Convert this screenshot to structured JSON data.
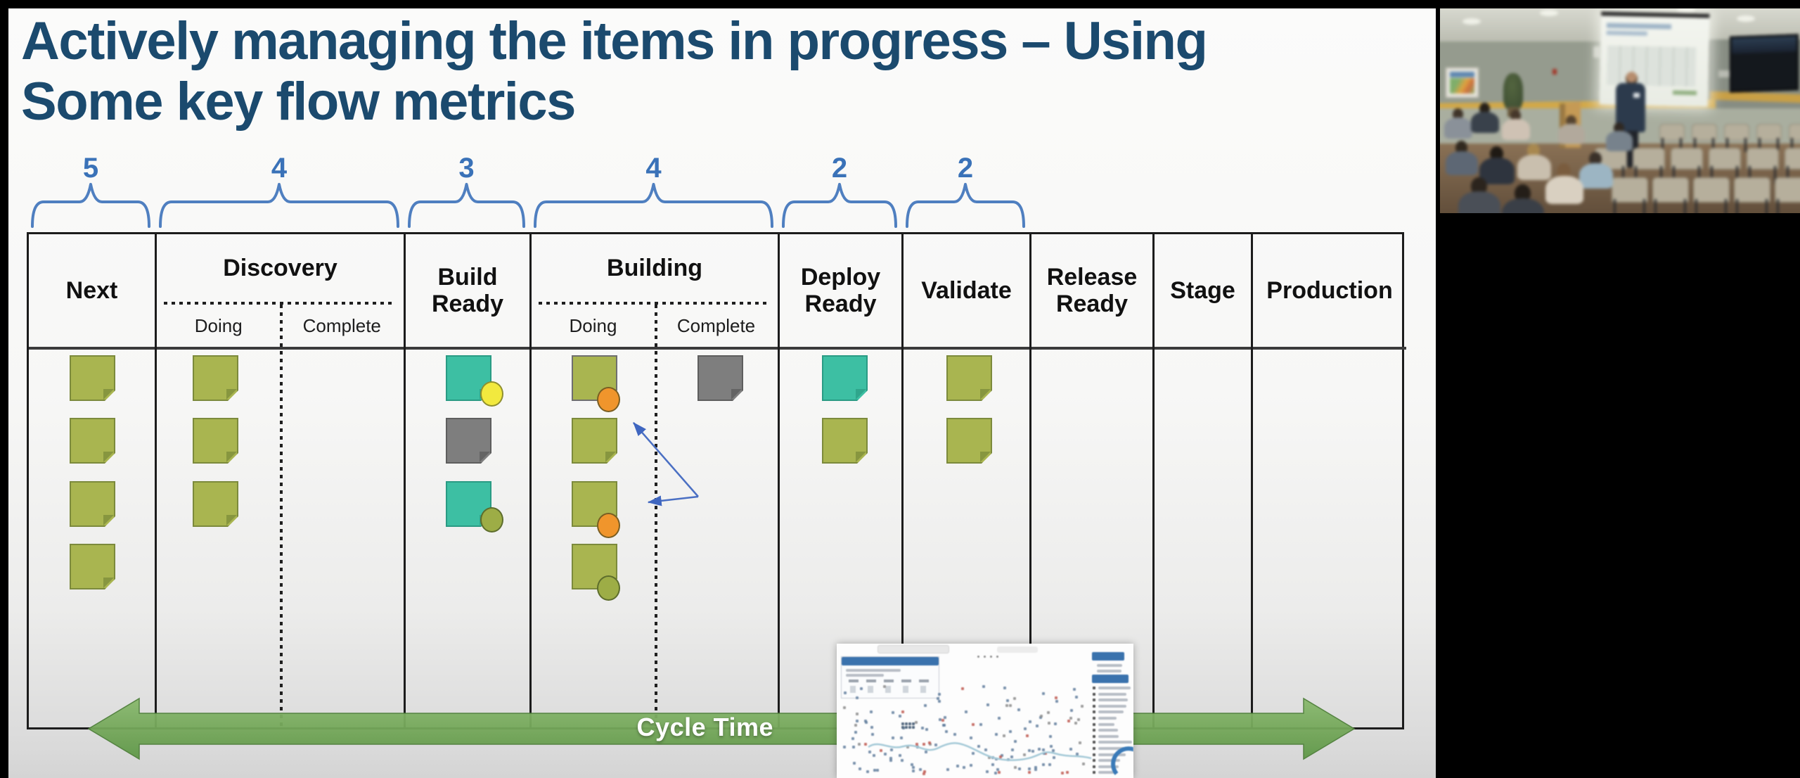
{
  "slide": {
    "title_lines": [
      "Actively managing the items in progress – Using",
      "Some key flow metrics"
    ]
  },
  "board": {
    "columns": [
      {
        "id": "next",
        "label": "Next",
        "wip": "5"
      },
      {
        "id": "discovery",
        "label": "Discovery",
        "wip": "4",
        "sublabels": [
          "Doing",
          "Complete"
        ]
      },
      {
        "id": "build-ready",
        "label": "Build Ready",
        "wip": "3"
      },
      {
        "id": "building",
        "label": "Building",
        "wip": "4",
        "sublabels": [
          "Doing",
          "Complete"
        ]
      },
      {
        "id": "deploy-ready",
        "label": "Deploy Ready",
        "wip": "2"
      },
      {
        "id": "validate",
        "label": "Validate",
        "wip": "2"
      },
      {
        "id": "release-ready",
        "label": "Release Ready"
      },
      {
        "id": "stage",
        "label": "Stage"
      },
      {
        "id": "production",
        "label": "Production"
      }
    ],
    "cards": [
      {
        "lane": "next",
        "row": 0,
        "color": "olive"
      },
      {
        "lane": "next",
        "row": 1,
        "color": "olive"
      },
      {
        "lane": "next",
        "row": 2,
        "color": "olive"
      },
      {
        "lane": "next",
        "row": 3,
        "color": "olive"
      },
      {
        "lane": "discovery",
        "row": 0,
        "color": "olive"
      },
      {
        "lane": "discovery",
        "row": 1,
        "color": "olive"
      },
      {
        "lane": "discovery",
        "row": 2,
        "color": "olive"
      },
      {
        "lane": "build-ready",
        "row": 0,
        "color": "teal",
        "dot": "yellow",
        "dot_pos": "right"
      },
      {
        "lane": "build-ready",
        "row": 1,
        "color": "gray"
      },
      {
        "lane": "build-ready",
        "row": 2,
        "color": "teal",
        "dot": "olive",
        "dot_pos": "right"
      },
      {
        "lane": "building-doing",
        "row": 0,
        "color": "olive",
        "outline": "gray",
        "dot": "orange",
        "dot_pos": "corner"
      },
      {
        "lane": "building-doing",
        "row": 1,
        "color": "olive"
      },
      {
        "lane": "building-doing",
        "row": 2,
        "color": "olive",
        "dot": "orange",
        "dot_pos": "corner"
      },
      {
        "lane": "building-doing",
        "row": 3,
        "color": "olive",
        "dot": "olive",
        "dot_pos": "corner"
      },
      {
        "lane": "building-complete",
        "row": 0,
        "color": "gray"
      },
      {
        "lane": "deploy-ready",
        "row": 0,
        "color": "teal"
      },
      {
        "lane": "deploy-ready",
        "row": 1,
        "color": "olive"
      },
      {
        "lane": "validate",
        "row": 0,
        "color": "olive"
      },
      {
        "lane": "validate",
        "row": 1,
        "color": "olive"
      }
    ]
  },
  "annotations": {
    "cycle_time_label": "Cycle Time"
  },
  "colors": {
    "title": "#1b4a6e",
    "brace_blue": "#4f7fc0",
    "wip_number_blue": "#3a72b8",
    "arrow_blue": "#4569c4",
    "cycle_arrow_green": "#76a95c",
    "cycle_arrow_green_dark": "#5a8a43",
    "note_olive": "#a9b550",
    "note_teal": "#3dbfa3",
    "note_gray": "#7e7e7e",
    "dot_yellow": "#f2e93e",
    "dot_orange": "#f0952c",
    "dot_olive": "#9dad46",
    "table_border": "#1c1c1c"
  }
}
